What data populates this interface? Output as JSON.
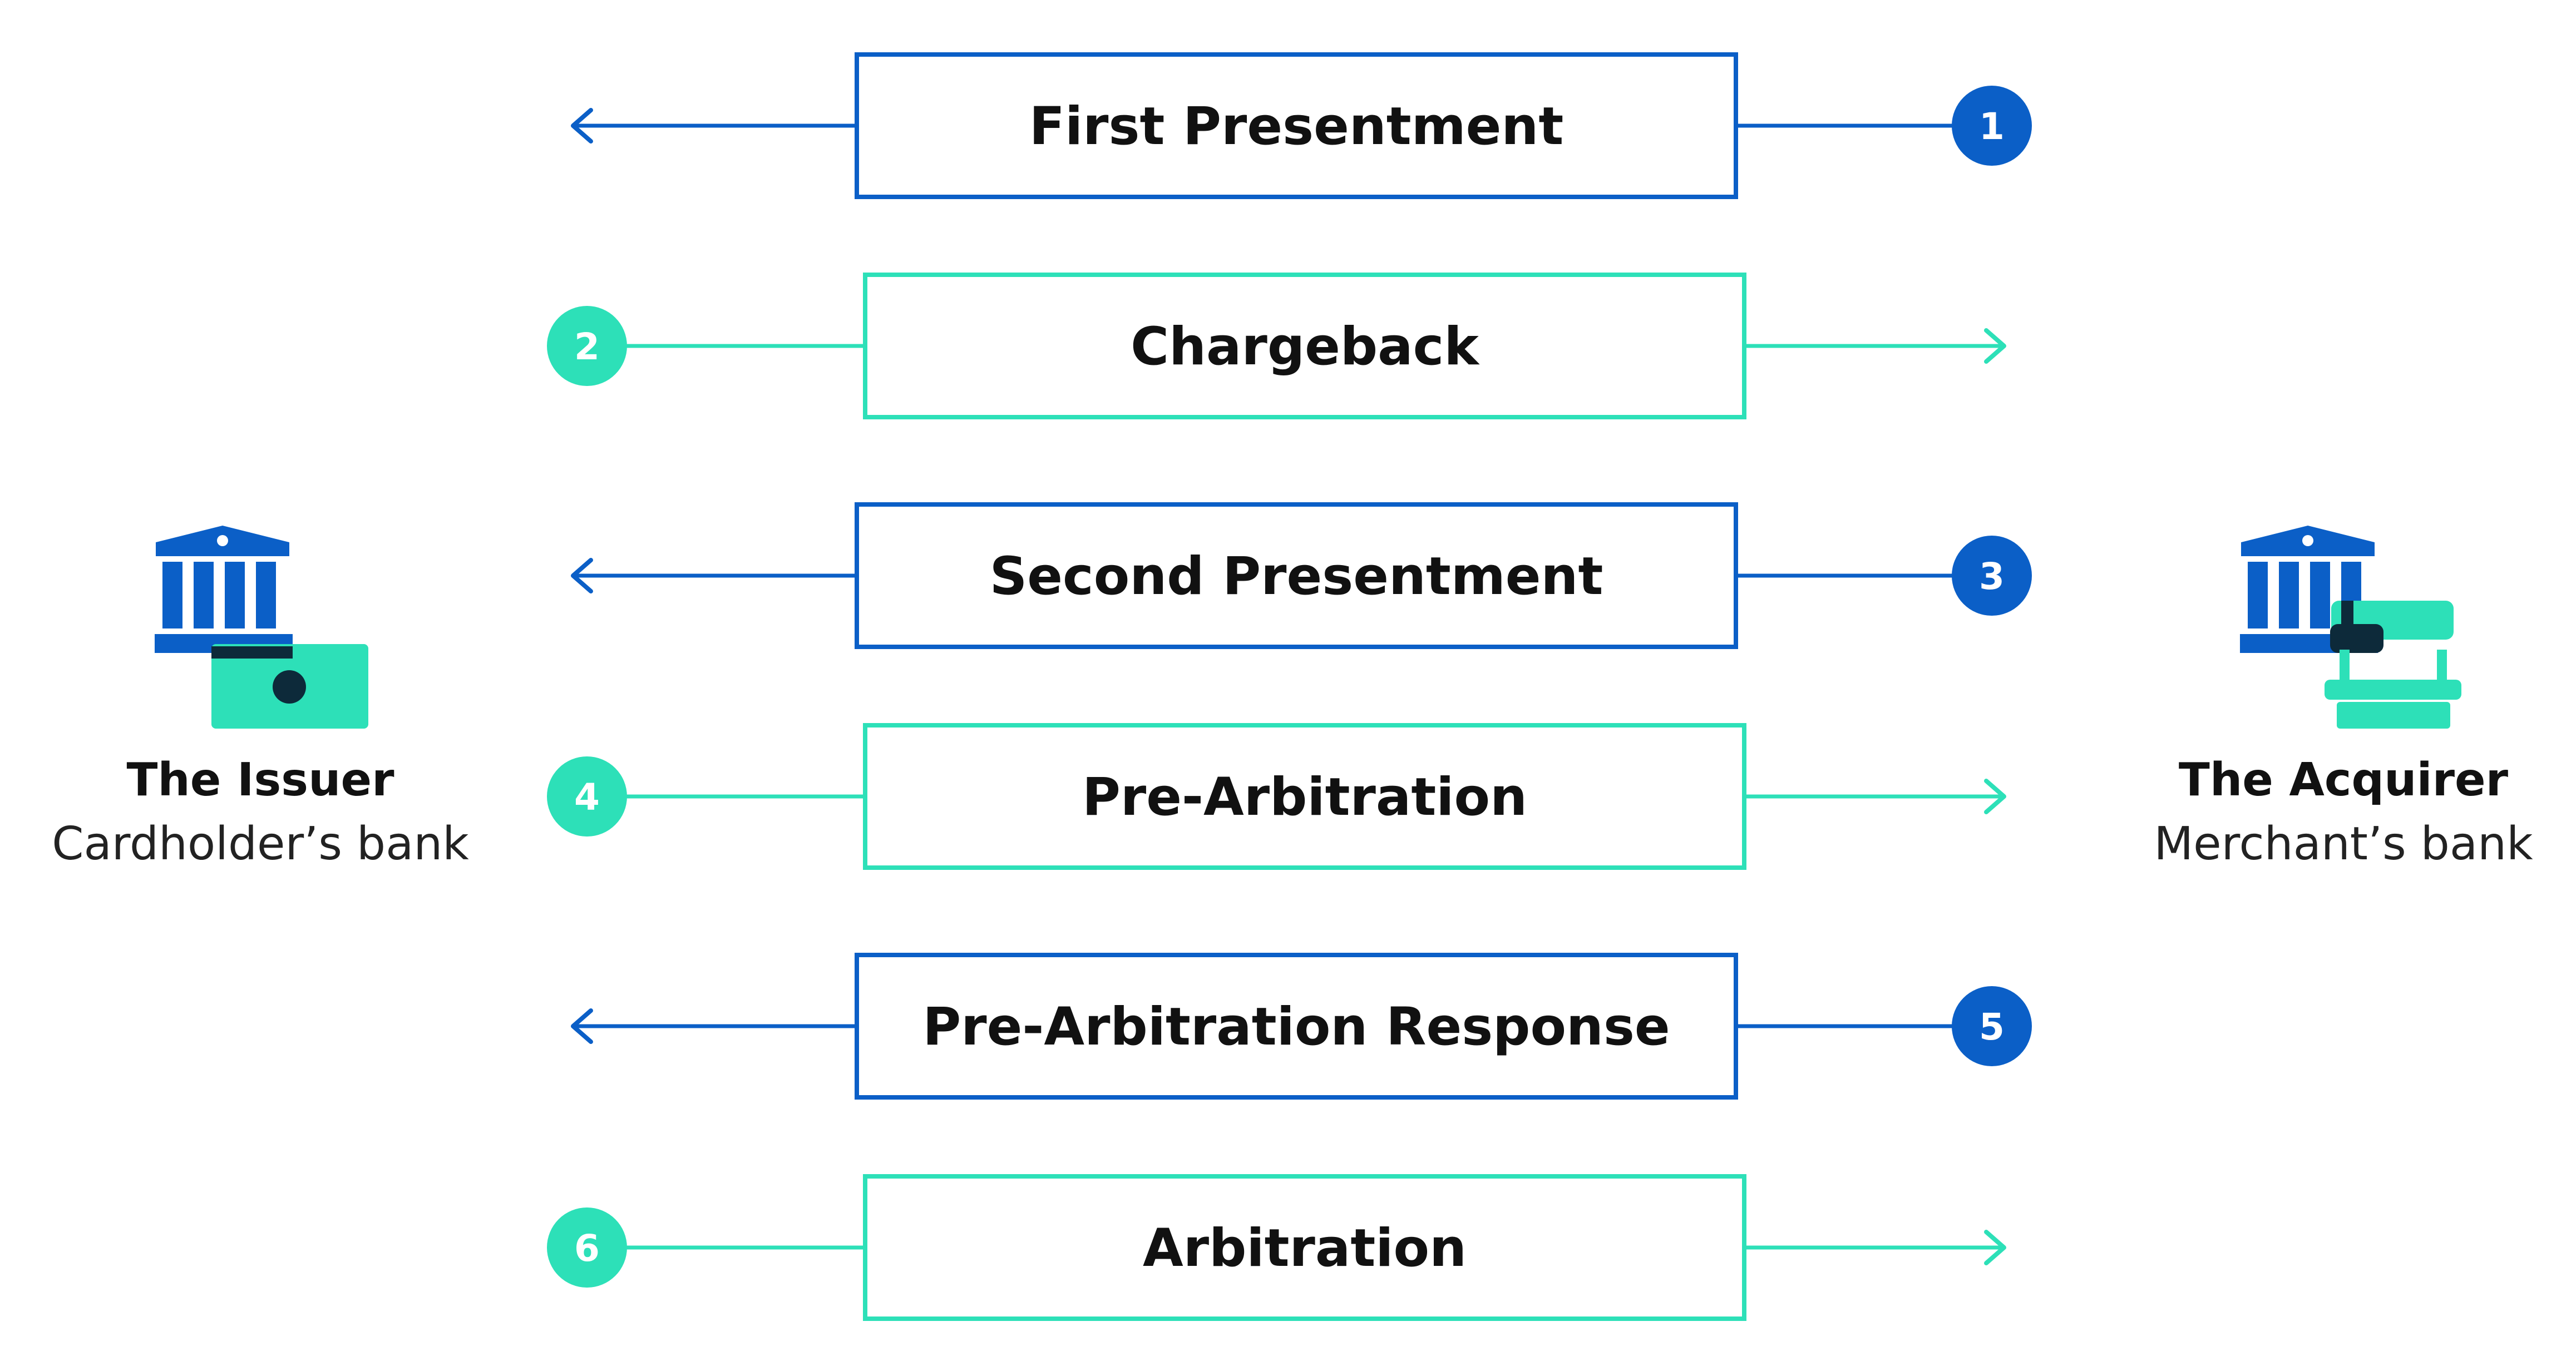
{
  "colors": {
    "blue": "#0b5fc7",
    "teal": "#2de0b8",
    "dark": "#0d2a3a",
    "text": "#111111"
  },
  "issuer": {
    "title": "The Issuer",
    "subtitle": "Cardholder’s bank",
    "icon": "bank-with-card-icon"
  },
  "acquirer": {
    "title": "The Acquirer",
    "subtitle": "Merchant’s bank",
    "icon": "bank-with-store-icon"
  },
  "steps": [
    {
      "number": "1",
      "label": "First Presentment",
      "direction": "to-issuer",
      "color": "blue"
    },
    {
      "number": "2",
      "label": "Chargeback",
      "direction": "to-acquirer",
      "color": "teal"
    },
    {
      "number": "3",
      "label": "Second Presentment",
      "direction": "to-issuer",
      "color": "blue"
    },
    {
      "number": "4",
      "label": "Pre-Arbitration",
      "direction": "to-acquirer",
      "color": "teal"
    },
    {
      "number": "5",
      "label": "Pre-Arbitration Response",
      "direction": "to-issuer",
      "color": "blue"
    },
    {
      "number": "6",
      "label": "Arbitration",
      "direction": "to-acquirer",
      "color": "teal"
    }
  ]
}
